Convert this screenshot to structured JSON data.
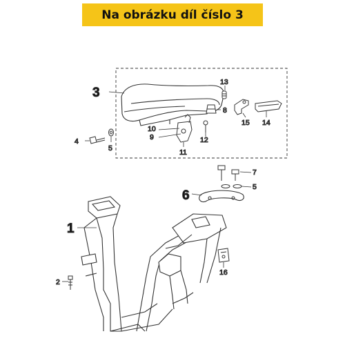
{
  "banner": {
    "title": "Na obrázku díl číslo 3"
  },
  "callouts": {
    "c1": "1",
    "c2": "2",
    "c3": "3",
    "c4": "4",
    "c5a": "5",
    "c5b": "5",
    "c6": "6",
    "c7": "7",
    "c8": "8",
    "c9": "9",
    "c10": "10",
    "c11": "11",
    "c12": "12",
    "c13": "13",
    "c14": "14",
    "c15": "15",
    "c16": "16"
  },
  "colors": {
    "banner": "#f5c418",
    "line": "#333333"
  }
}
